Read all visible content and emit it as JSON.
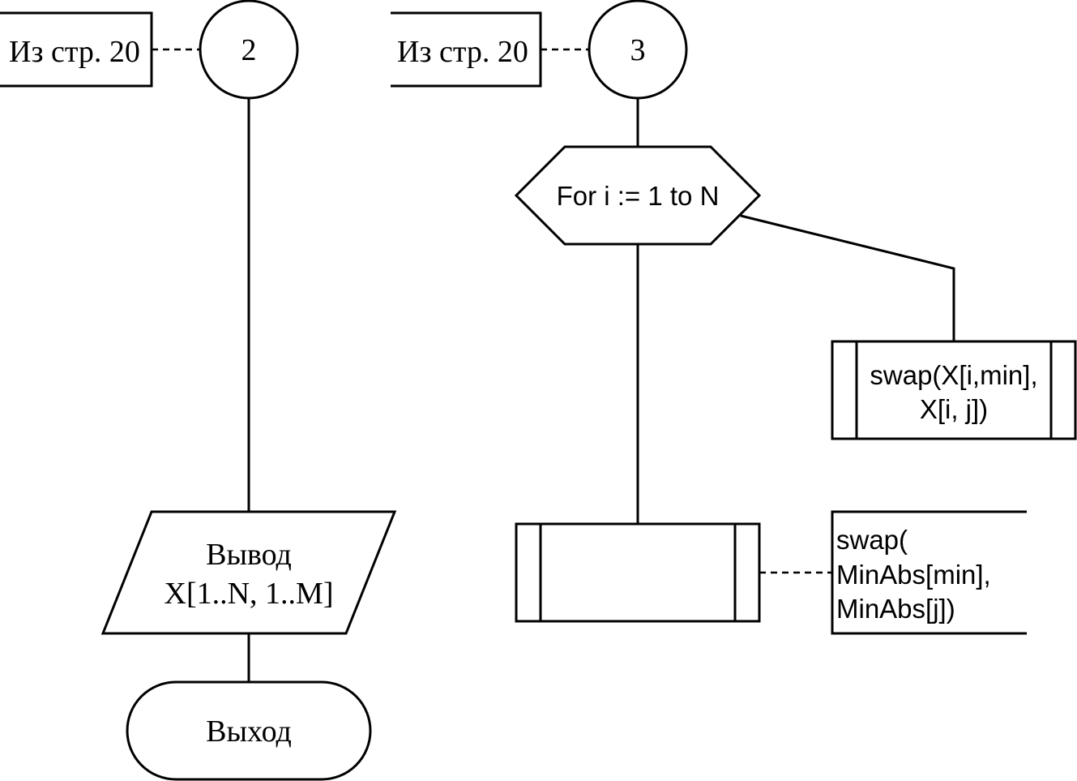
{
  "connector_left": {
    "annotation": "Из стр. 20",
    "number": "2"
  },
  "connector_right": {
    "annotation": "Из стр. 20",
    "number": "3"
  },
  "output_block": {
    "line1": "Вывод",
    "line2": "X[1..N, 1..M]"
  },
  "terminator": {
    "label": "Выход"
  },
  "loop": {
    "label": "For i := 1 to N"
  },
  "process_swap_x": {
    "line1": "swap(X[i,min],",
    "line2": "X[i, j])"
  },
  "process_empty": {
    "label": ""
  },
  "comment_swap_minabs": {
    "line1": "swap(",
    "line2": "MinAbs[min],",
    "line3": "MinAbs[j])"
  }
}
